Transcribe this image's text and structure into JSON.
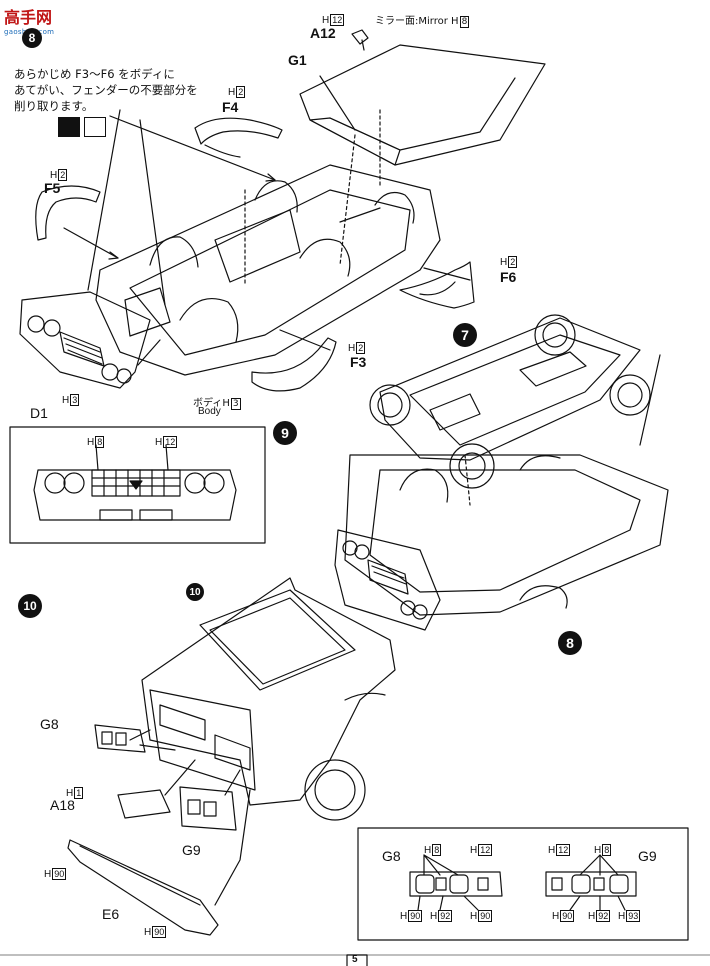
{
  "watermark": {
    "brand": "高手网",
    "url": "gaoshou.com"
  },
  "page_number": "5",
  "steps": {
    "s8": "8",
    "s7": "7",
    "s9": "9",
    "s10": "10"
  },
  "instruction": {
    "line1": "あらかじめ F3～F6 をボディに",
    "line2": "あてがい、フェンダーの不要部分を",
    "line3": "削り取ります。"
  },
  "parts": {
    "a12": "A12",
    "h12": "H",
    "h12n": "12",
    "mirror": "ミラー面:Mirror",
    "mirror_h": "H",
    "mirror_hn": "8",
    "g1": "G1",
    "f4": "F4",
    "f4h": "H",
    "f4hn": "2",
    "f5": "F5",
    "f5h": "H",
    "f5hn": "2",
    "f6": "F6",
    "f6h": "H",
    "f6hn": "2",
    "f3": "F3",
    "f3h": "H",
    "f3hn": "2",
    "d1": "D1",
    "d1h": "H",
    "d1hn": "3",
    "body_jp": "ボディ",
    "body_h": "H",
    "body_hn": "3",
    "body_en": "Body"
  },
  "step9_box": {
    "h8": "H",
    "h8n": "8",
    "h12": "H",
    "h12n": "12"
  },
  "step10": {
    "g8": "G8",
    "a18": "A18",
    "a18h": "H",
    "a18hn": "1",
    "g9": "G9",
    "e6": "E6",
    "e6h1": "H",
    "e6h1n": "90",
    "e6h2": "H",
    "e6h2n": "90"
  },
  "color_box": {
    "left": {
      "label": "G8",
      "h8": "H",
      "h8n": "8",
      "h12": "H",
      "h12n": "12",
      "h90": "H",
      "h90n": "90",
      "h92": "H",
      "h92n": "92",
      "h90b": "H",
      "h90bn": "90"
    },
    "right": {
      "label": "G9",
      "h12": "H",
      "h12n": "12",
      "h8": "H",
      "h8n": "8",
      "h90": "H",
      "h90n": "90",
      "h92": "H",
      "h92n": "92",
      "h93": "H",
      "h93n": "93"
    }
  }
}
